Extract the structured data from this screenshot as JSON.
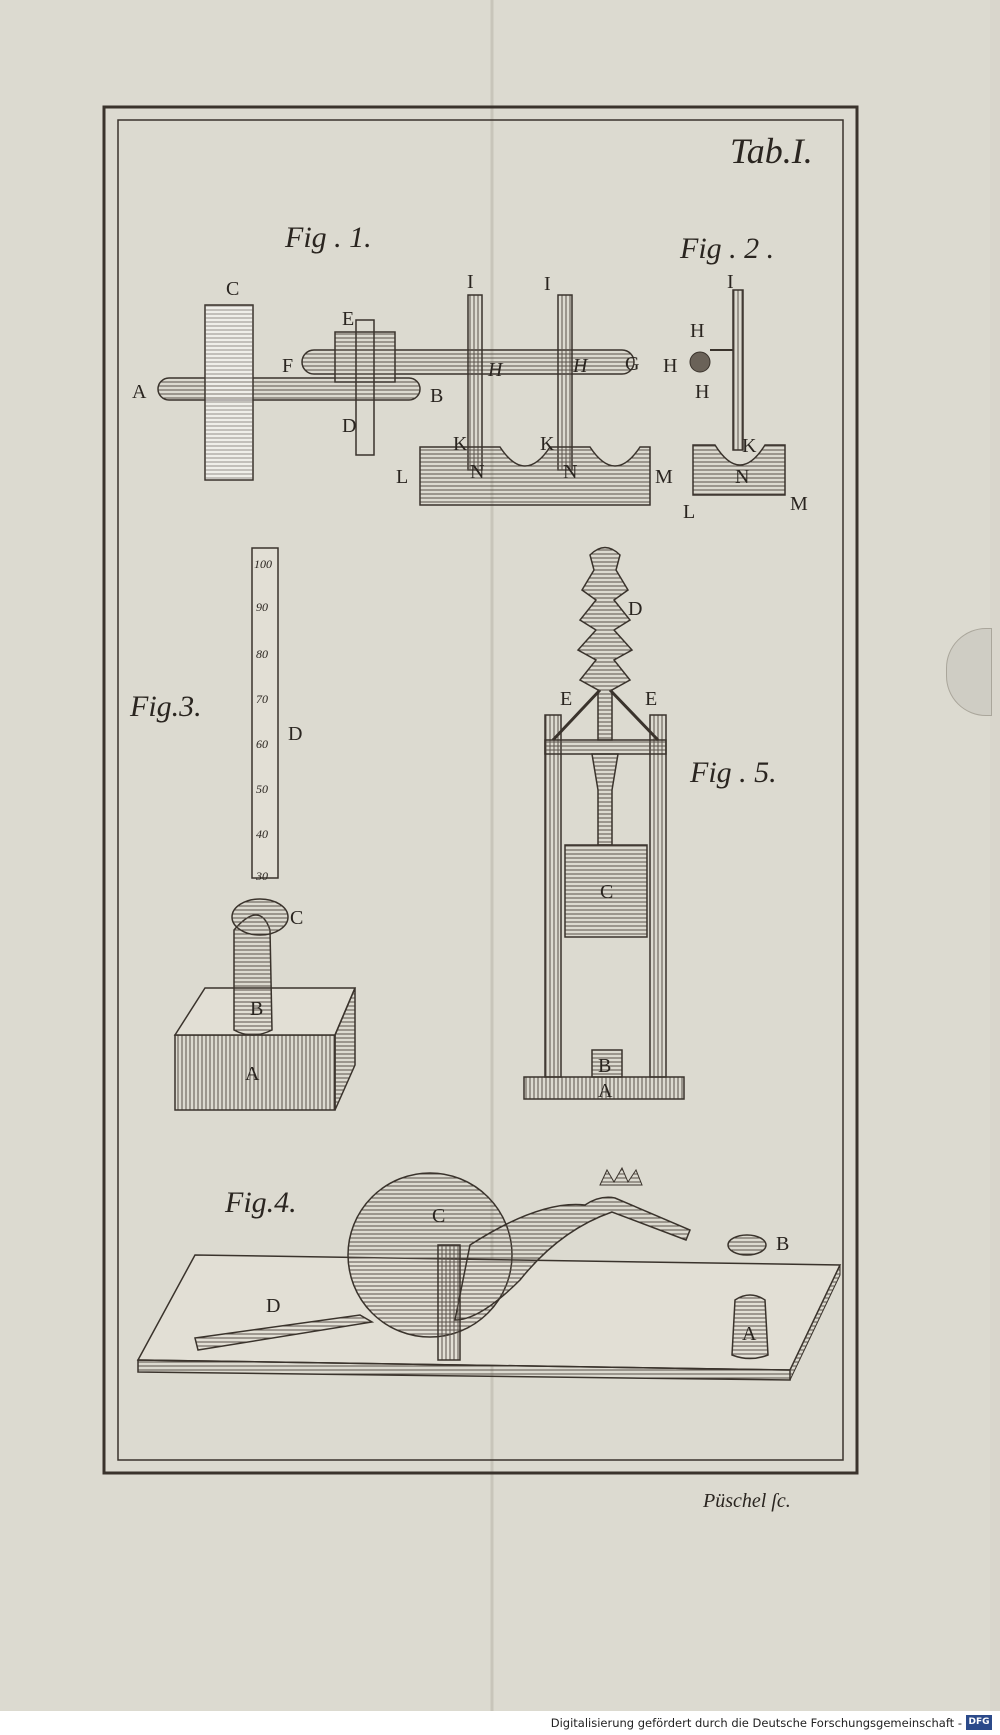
{
  "plate": {
    "title": "Tab.I.",
    "engraver": "Püschel ſc."
  },
  "figures": {
    "fig1": {
      "label": "Fig . 1.",
      "letters": [
        "A",
        "B",
        "C",
        "D",
        "E",
        "F",
        "G",
        "H",
        "H",
        "I",
        "I",
        "K",
        "K",
        "L",
        "M",
        "N",
        "N"
      ]
    },
    "fig2": {
      "label": "Fig . 2 .",
      "letters": [
        "I",
        "H",
        "H",
        "H",
        "K",
        "N",
        "L",
        "M"
      ]
    },
    "fig3": {
      "label": "Fig.3.",
      "letters": [
        "A",
        "B",
        "C",
        "D"
      ],
      "scale": [
        "100",
        "90",
        "80",
        "70",
        "60",
        "50",
        "40",
        "30"
      ]
    },
    "fig4": {
      "label": "Fig.4.",
      "letters": [
        "A",
        "B",
        "C",
        "D"
      ]
    },
    "fig5": {
      "label": "Fig . 5.",
      "letters": [
        "A",
        "B",
        "C",
        "D",
        "E",
        "E"
      ]
    }
  },
  "footer": {
    "text": "Digitalisierung gefördert durch die Deutsche Forschungsgemeinschaft -",
    "logo": "DFG"
  }
}
